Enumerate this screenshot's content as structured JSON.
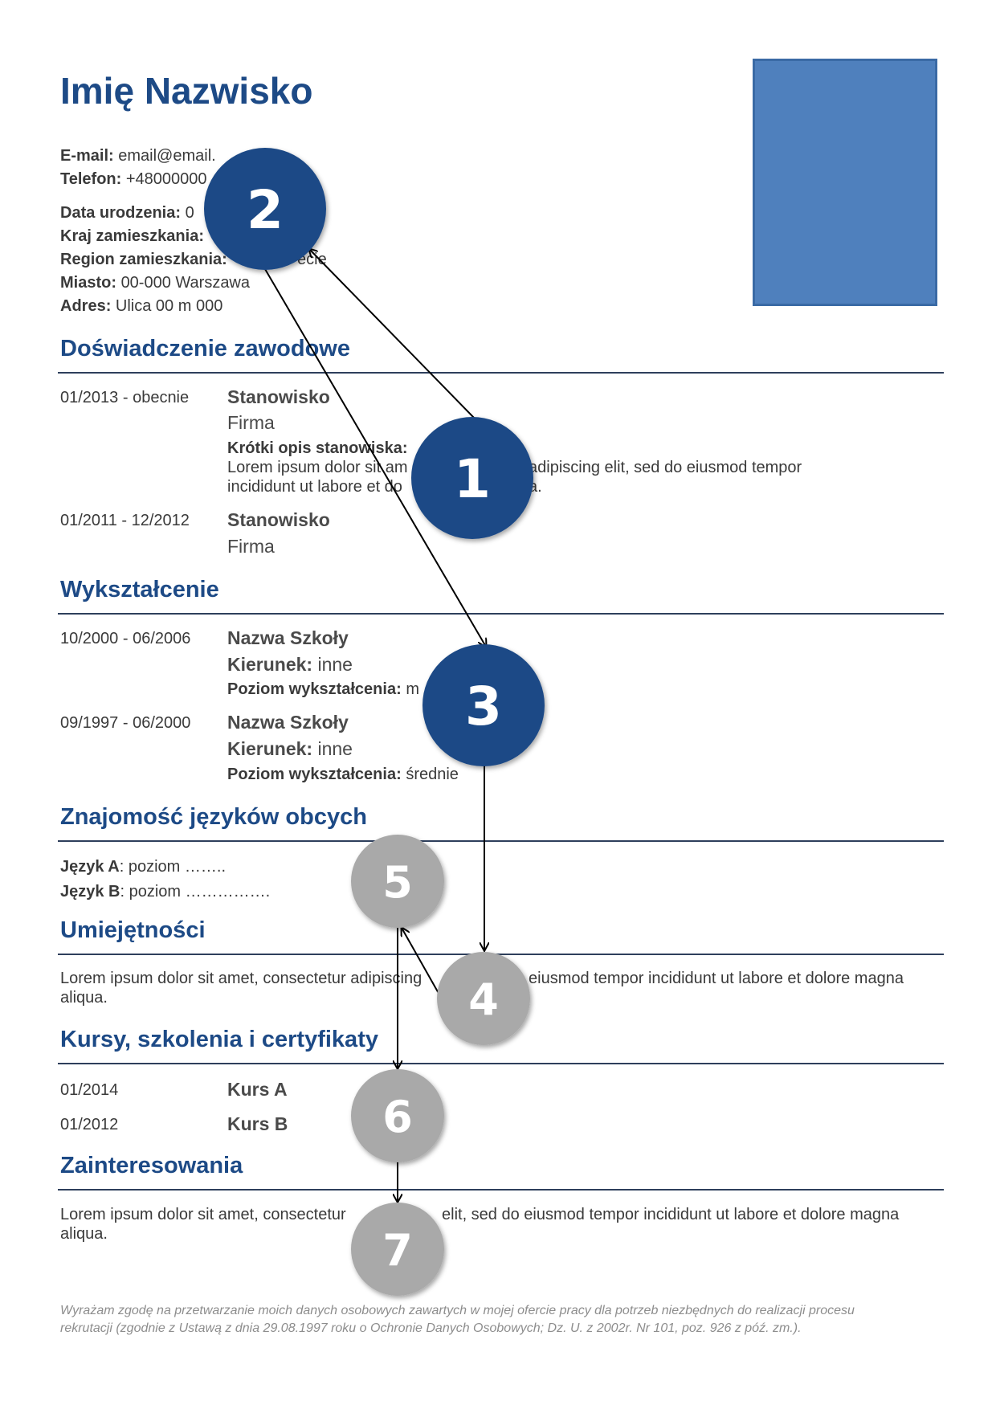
{
  "header": {
    "name": "Imię Nazwisko",
    "email_label": "E-mail:",
    "email_value": "email@email.",
    "phone_label": "Telefon:",
    "phone_value": "+48000000",
    "birth_label": "Data urodzenia:",
    "birth_value": "0",
    "country_label": "Kraj zamieszkania:",
    "region_label": "Region zamieszkania:",
    "region_value": "ecie",
    "city_label": "Miasto:",
    "city_value": "00-000 Warszawa",
    "address_label": "Adres:",
    "address_value": "Ulica 00 m 000"
  },
  "experience": {
    "title": "Doświadczenie zawodowe",
    "entries": [
      {
        "date": "01/2013 - obecnie",
        "position": "Stanowisko",
        "company": "Firma",
        "desc_label": "Krótki opis stanowiska:",
        "desc_line1a": "Lorem ipsum dolor sit am",
        "desc_line1b": "adipiscing elit, sed do eiusmod tempor",
        "desc_line2a": "incididunt ut labore et do",
        "desc_line2b": "a."
      },
      {
        "date": "01/2011 - 12/2012",
        "position": "Stanowisko",
        "company": "Firma"
      }
    ]
  },
  "education": {
    "title": "Wykształcenie",
    "entries": [
      {
        "date": "10/2000 - 06/2006",
        "school": "Nazwa Szkoły",
        "field_label": "Kierunek:",
        "field_value": "inne",
        "level_label": "Poziom wykształcenia:",
        "level_value": "m"
      },
      {
        "date": "09/1997 - 06/2000",
        "school": "Nazwa Szkoły",
        "field_label": "Kierunek:",
        "field_value": "inne",
        "level_label": "Poziom wykształcenia:",
        "level_value": "średnie"
      }
    ]
  },
  "languages": {
    "title": "Znajomość języków obcych",
    "items": [
      {
        "label": "Język A",
        "value": ":  poziom ……..",
        "sep": ""
      },
      {
        "label": "Język B",
        "value": ":  poziom …………….",
        "sep": ""
      }
    ]
  },
  "skills": {
    "title": "Umiejętności",
    "line1a": "Lorem ipsum dolor sit amet, consectetur adipiscing",
    "line1b": "eiusmod tempor incididunt ut labore et dolore magna",
    "line2": "aliqua."
  },
  "courses": {
    "title": "Kursy, szkolenia i certyfikaty",
    "entries": [
      {
        "date": "01/2014",
        "name": "Kurs A"
      },
      {
        "date": "01/2012",
        "name": "Kurs B"
      }
    ]
  },
  "interests": {
    "title": "Zainteresowania",
    "line1a": "Lorem ipsum dolor sit amet, consectetur",
    "line1b": "elit, sed do eiusmod tempor incididunt ut labore et dolore magna",
    "line2": "aliqua."
  },
  "footer": {
    "line1": "Wyrażam zgodę na przetwarzanie moich danych osobowych zawartych w mojej ofercie pracy dla potrzeb niezbędnych do realizacji procesu",
    "line2": "rekrutacji (zgodnie z Ustawą z dnia 29.08.1997 roku o Ochronie Danych Osobowych; Dz. U. z 2002r. Nr 101, poz. 926 z póź. zm.)."
  },
  "badges": {
    "b1": "1",
    "b2": "2",
    "b3": "3",
    "b4": "4",
    "b5": "5",
    "b6": "6",
    "b7": "7",
    "colors": {
      "active": "#1d4a86",
      "inactive": "#a9a9a9"
    }
  }
}
